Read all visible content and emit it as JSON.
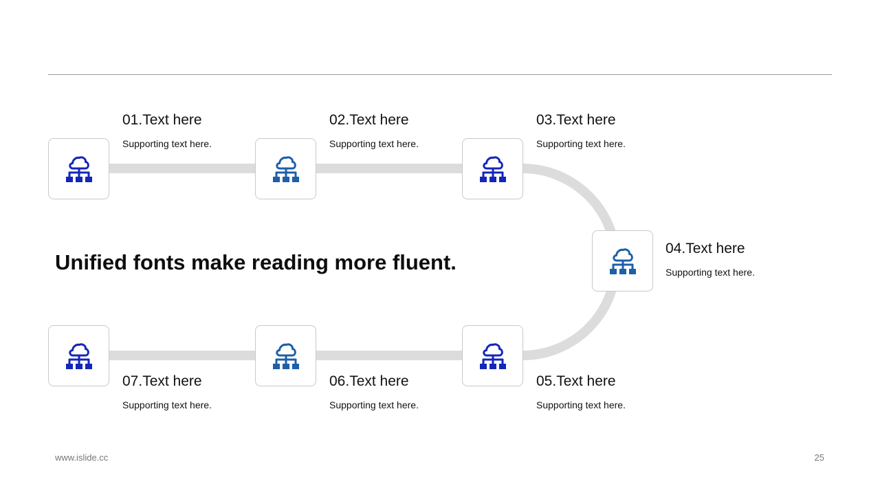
{
  "headline": "Unified fonts make reading more fluent.",
  "footer": {
    "url": "www.islide.cc",
    "page_number": "25"
  },
  "colors": {
    "icon_dark_blue": "#1426b8",
    "icon_steel_blue": "#1e5fa8",
    "track_gray": "#dcdcdc"
  },
  "icon_name": "cloud-network-icon",
  "steps": [
    {
      "title": "01.Text here",
      "text": "Supporting text here.",
      "icon_color": "#1426b8"
    },
    {
      "title": "02.Text here",
      "text": "Supporting text here.",
      "icon_color": "#1e5fa8"
    },
    {
      "title": "03.Text here",
      "text": "Supporting text here.",
      "icon_color": "#1426b8"
    },
    {
      "title": "04.Text here",
      "text": "Supporting text here.",
      "icon_color": "#1e5fa8"
    },
    {
      "title": "05.Text here",
      "text": "Supporting text here.",
      "icon_color": "#1426b8"
    },
    {
      "title": "06.Text here",
      "text": "Supporting text here.",
      "icon_color": "#1e5fa8"
    },
    {
      "title": "07.Text here",
      "text": "Supporting text here.",
      "icon_color": "#1426b8"
    }
  ]
}
